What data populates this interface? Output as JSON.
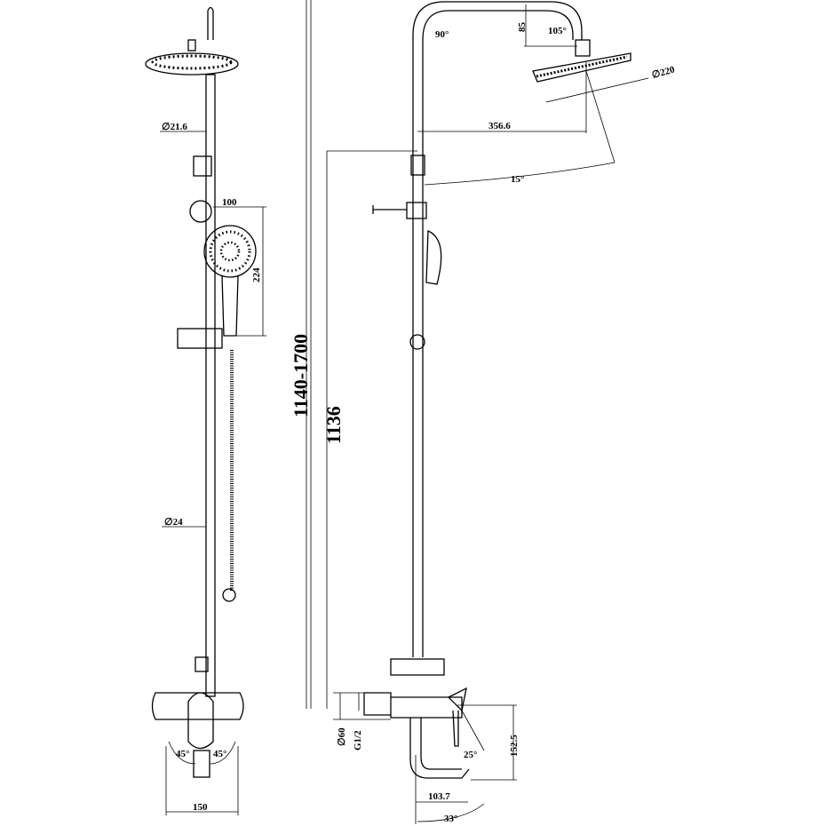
{
  "front_view": {
    "pipe_diameter": "∅21.6",
    "hand_shower_width": "100",
    "hand_shower_length": "224",
    "lower_pipe_diameter": "∅24",
    "handle_angle_left": "45°",
    "handle_angle_right": "45°",
    "mixer_width": "150"
  },
  "side_view": {
    "total_height": "1140-1700",
    "slider_height": "1136",
    "arm_angle": "90°",
    "arm_drop": "85",
    "head_joint_angle": "105°",
    "head_diameter": "∅220",
    "arm_reach": "356.6",
    "head_tilt": "15°",
    "inlet_diameter": "∅60",
    "thread": "G1/2",
    "lever_angle": "25°",
    "spout_height": "152.5",
    "spout_reach": "103.7",
    "spout_angle": "33°"
  }
}
